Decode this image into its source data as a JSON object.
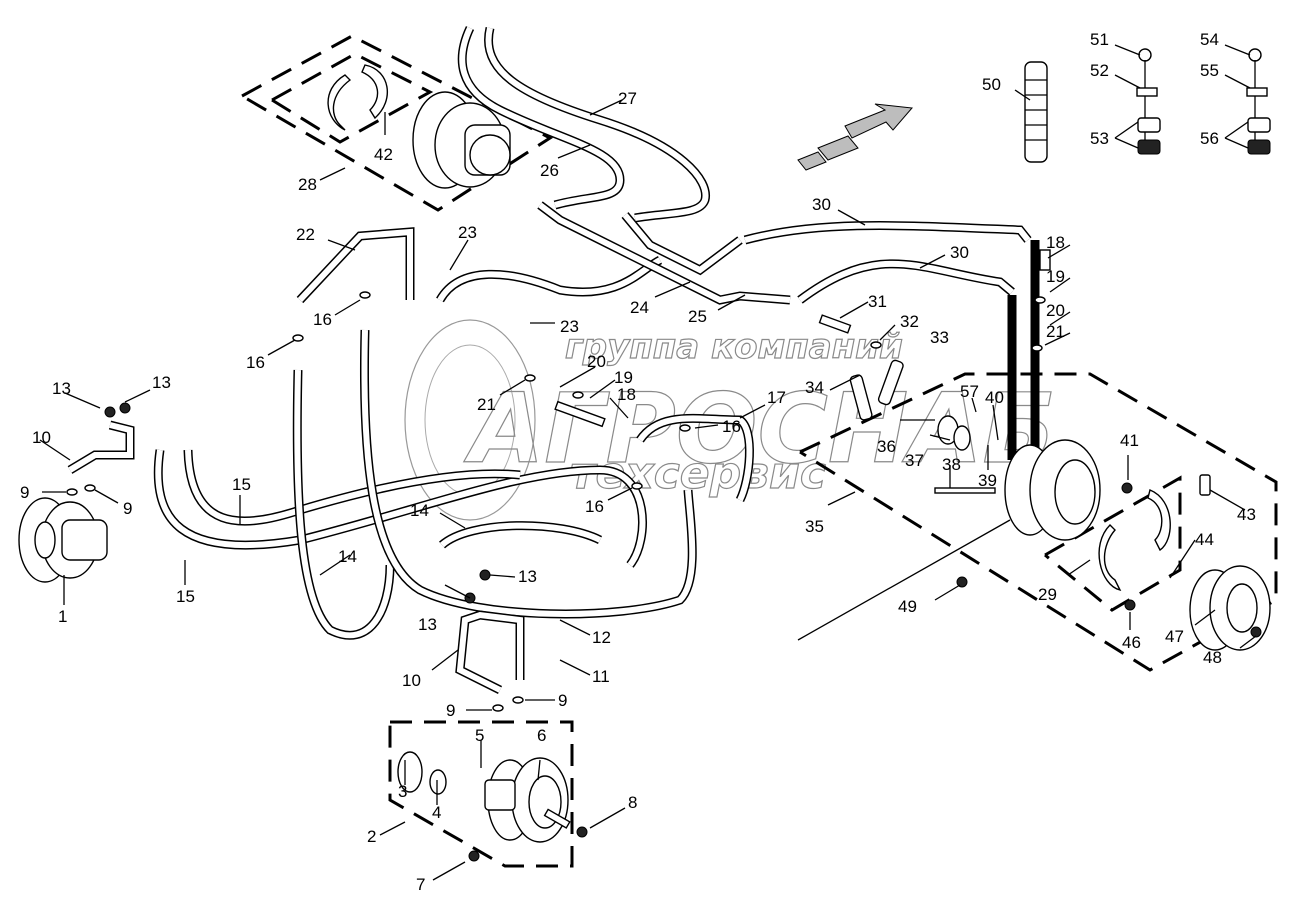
{
  "diagram": {
    "type": "exploded-parts-diagram",
    "subject": "Hydraulic travel motors, hoses and brake assemblies",
    "watermark": {
      "line1": "группа компаний",
      "line2": "АГРОСНАБ",
      "line3": "техсервис"
    },
    "callouts": [
      {
        "id": "c1",
        "label": "1"
      },
      {
        "id": "c2",
        "label": "2"
      },
      {
        "id": "c3",
        "label": "3"
      },
      {
        "id": "c4",
        "label": "4"
      },
      {
        "id": "c5",
        "label": "5"
      },
      {
        "id": "c6",
        "label": "6"
      },
      {
        "id": "c7",
        "label": "7"
      },
      {
        "id": "c8",
        "label": "8"
      },
      {
        "id": "c9a",
        "label": "9"
      },
      {
        "id": "c9b",
        "label": "9"
      },
      {
        "id": "c9c",
        "label": "9"
      },
      {
        "id": "c9d",
        "label": "9"
      },
      {
        "id": "c10a",
        "label": "10"
      },
      {
        "id": "c10b",
        "label": "10"
      },
      {
        "id": "c11",
        "label": "11"
      },
      {
        "id": "c12",
        "label": "12"
      },
      {
        "id": "c13a",
        "label": "13"
      },
      {
        "id": "c13b",
        "label": "13"
      },
      {
        "id": "c13c",
        "label": "13"
      },
      {
        "id": "c13d",
        "label": "13"
      },
      {
        "id": "c14a",
        "label": "14"
      },
      {
        "id": "c14b",
        "label": "14"
      },
      {
        "id": "c15a",
        "label": "15"
      },
      {
        "id": "c15b",
        "label": "15"
      },
      {
        "id": "c16a",
        "label": "16"
      },
      {
        "id": "c16b",
        "label": "16"
      },
      {
        "id": "c16c",
        "label": "16"
      },
      {
        "id": "c16d",
        "label": "16"
      },
      {
        "id": "c17",
        "label": "17"
      },
      {
        "id": "c18a",
        "label": "18"
      },
      {
        "id": "c18b",
        "label": "18"
      },
      {
        "id": "c19a",
        "label": "19"
      },
      {
        "id": "c19b",
        "label": "19"
      },
      {
        "id": "c20a",
        "label": "20"
      },
      {
        "id": "c20b",
        "label": "20"
      },
      {
        "id": "c21a",
        "label": "21"
      },
      {
        "id": "c21b",
        "label": "21"
      },
      {
        "id": "c22",
        "label": "22"
      },
      {
        "id": "c23a",
        "label": "23"
      },
      {
        "id": "c23b",
        "label": "23"
      },
      {
        "id": "c24",
        "label": "24"
      },
      {
        "id": "c25",
        "label": "25"
      },
      {
        "id": "c26",
        "label": "26"
      },
      {
        "id": "c27",
        "label": "27"
      },
      {
        "id": "c28",
        "label": "28"
      },
      {
        "id": "c29",
        "label": "29"
      },
      {
        "id": "c30a",
        "label": "30"
      },
      {
        "id": "c30b",
        "label": "30"
      },
      {
        "id": "c31",
        "label": "31"
      },
      {
        "id": "c32",
        "label": "32"
      },
      {
        "id": "c33",
        "label": "33"
      },
      {
        "id": "c34",
        "label": "34"
      },
      {
        "id": "c35",
        "label": "35"
      },
      {
        "id": "c36",
        "label": "36"
      },
      {
        "id": "c37",
        "label": "37"
      },
      {
        "id": "c38",
        "label": "38"
      },
      {
        "id": "c39",
        "label": "39"
      },
      {
        "id": "c40",
        "label": "40"
      },
      {
        "id": "c41",
        "label": "41"
      },
      {
        "id": "c42",
        "label": "42"
      },
      {
        "id": "c43",
        "label": "43"
      },
      {
        "id": "c44",
        "label": "44"
      },
      {
        "id": "c46",
        "label": "46"
      },
      {
        "id": "c47",
        "label": "47"
      },
      {
        "id": "c48",
        "label": "48"
      },
      {
        "id": "c49",
        "label": "49"
      },
      {
        "id": "c50",
        "label": "50"
      },
      {
        "id": "c51",
        "label": "51"
      },
      {
        "id": "c52",
        "label": "52"
      },
      {
        "id": "c53",
        "label": "53"
      },
      {
        "id": "c54",
        "label": "54"
      },
      {
        "id": "c55",
        "label": "55"
      },
      {
        "id": "c56",
        "label": "56"
      },
      {
        "id": "c57",
        "label": "57"
      }
    ]
  }
}
